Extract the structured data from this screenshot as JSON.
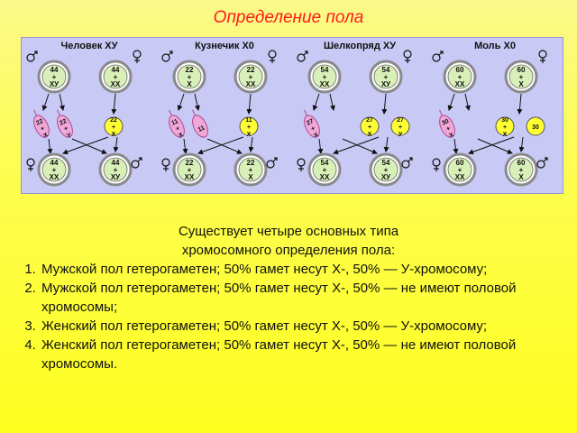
{
  "title": "Определение пола",
  "diagram": {
    "columns": [
      {
        "label": "Человек ХУ",
        "top_left": "44\n+\nХУ",
        "top_right": "44\n+\nХХ",
        "gametes": [
          "22\n+\nХ",
          "22\n+\nУ",
          "22\n+\nХ"
        ],
        "bottom_left": "44\n+\nХХ",
        "bottom_right": "44\n+\nХУ"
      },
      {
        "label": "Кузнечик Х0",
        "top_left": "22\n+\nХ",
        "top_right": "22\n+\nХХ",
        "gametes": [
          "11\n+\nХ",
          "11",
          "11\n+\nХ"
        ],
        "bottom_left": "22\n+\nХХ",
        "bottom_right": "22\n+\nХ"
      },
      {
        "label": "Шелкопряд ХУ",
        "top_left": "54\n+\nХХ",
        "top_right": "54\n+\nХУ",
        "gametes": [
          "27\n+\nХ",
          "27\n+\nХ",
          "27\n+\nУ"
        ],
        "bottom_left": "54\n+\nХХ",
        "bottom_right": "54\n+\nХУ"
      },
      {
        "label": "Моль Х0",
        "top_left": "60\n+\nХХ",
        "top_right": "60\n+\nХ",
        "gametes": [
          "30\n+\nХ",
          "30\n+\nХ",
          "30"
        ],
        "bottom_left": "60\n+\nХХ",
        "bottom_right": "60\n+\nХ"
      }
    ],
    "colors": {
      "panel": "#c8c9f5",
      "cell_fill": "#d8f0b8",
      "cell_ring": "#8a8a8a",
      "egg_fill": "#ffff33",
      "sperm_fill": "#f0a8d8",
      "sperm_stroke": "#b04890"
    },
    "icons": [
      "male-symbol-icon",
      "female-symbol-icon",
      "arrow-icon"
    ]
  },
  "text": {
    "intro_line1": "Существует четыре основных типа",
    "intro_line2": "хромосомного определения пола:",
    "items": [
      "Мужской пол гетерогаметен; 50% гамет несут Х-, 50% — У-хромосому;",
      "Мужской пол гетерогаметен; 50% гамет несут Х-, 50% — не имеют половой хромосомы;",
      "Женский пол гетерогаметен; 50% гамет несут Х-, 50% — У-хромосому;",
      "Женский пол гетерогаметен; 50% гамет несут Х-, 50% — не имеют половой хромосомы."
    ]
  }
}
